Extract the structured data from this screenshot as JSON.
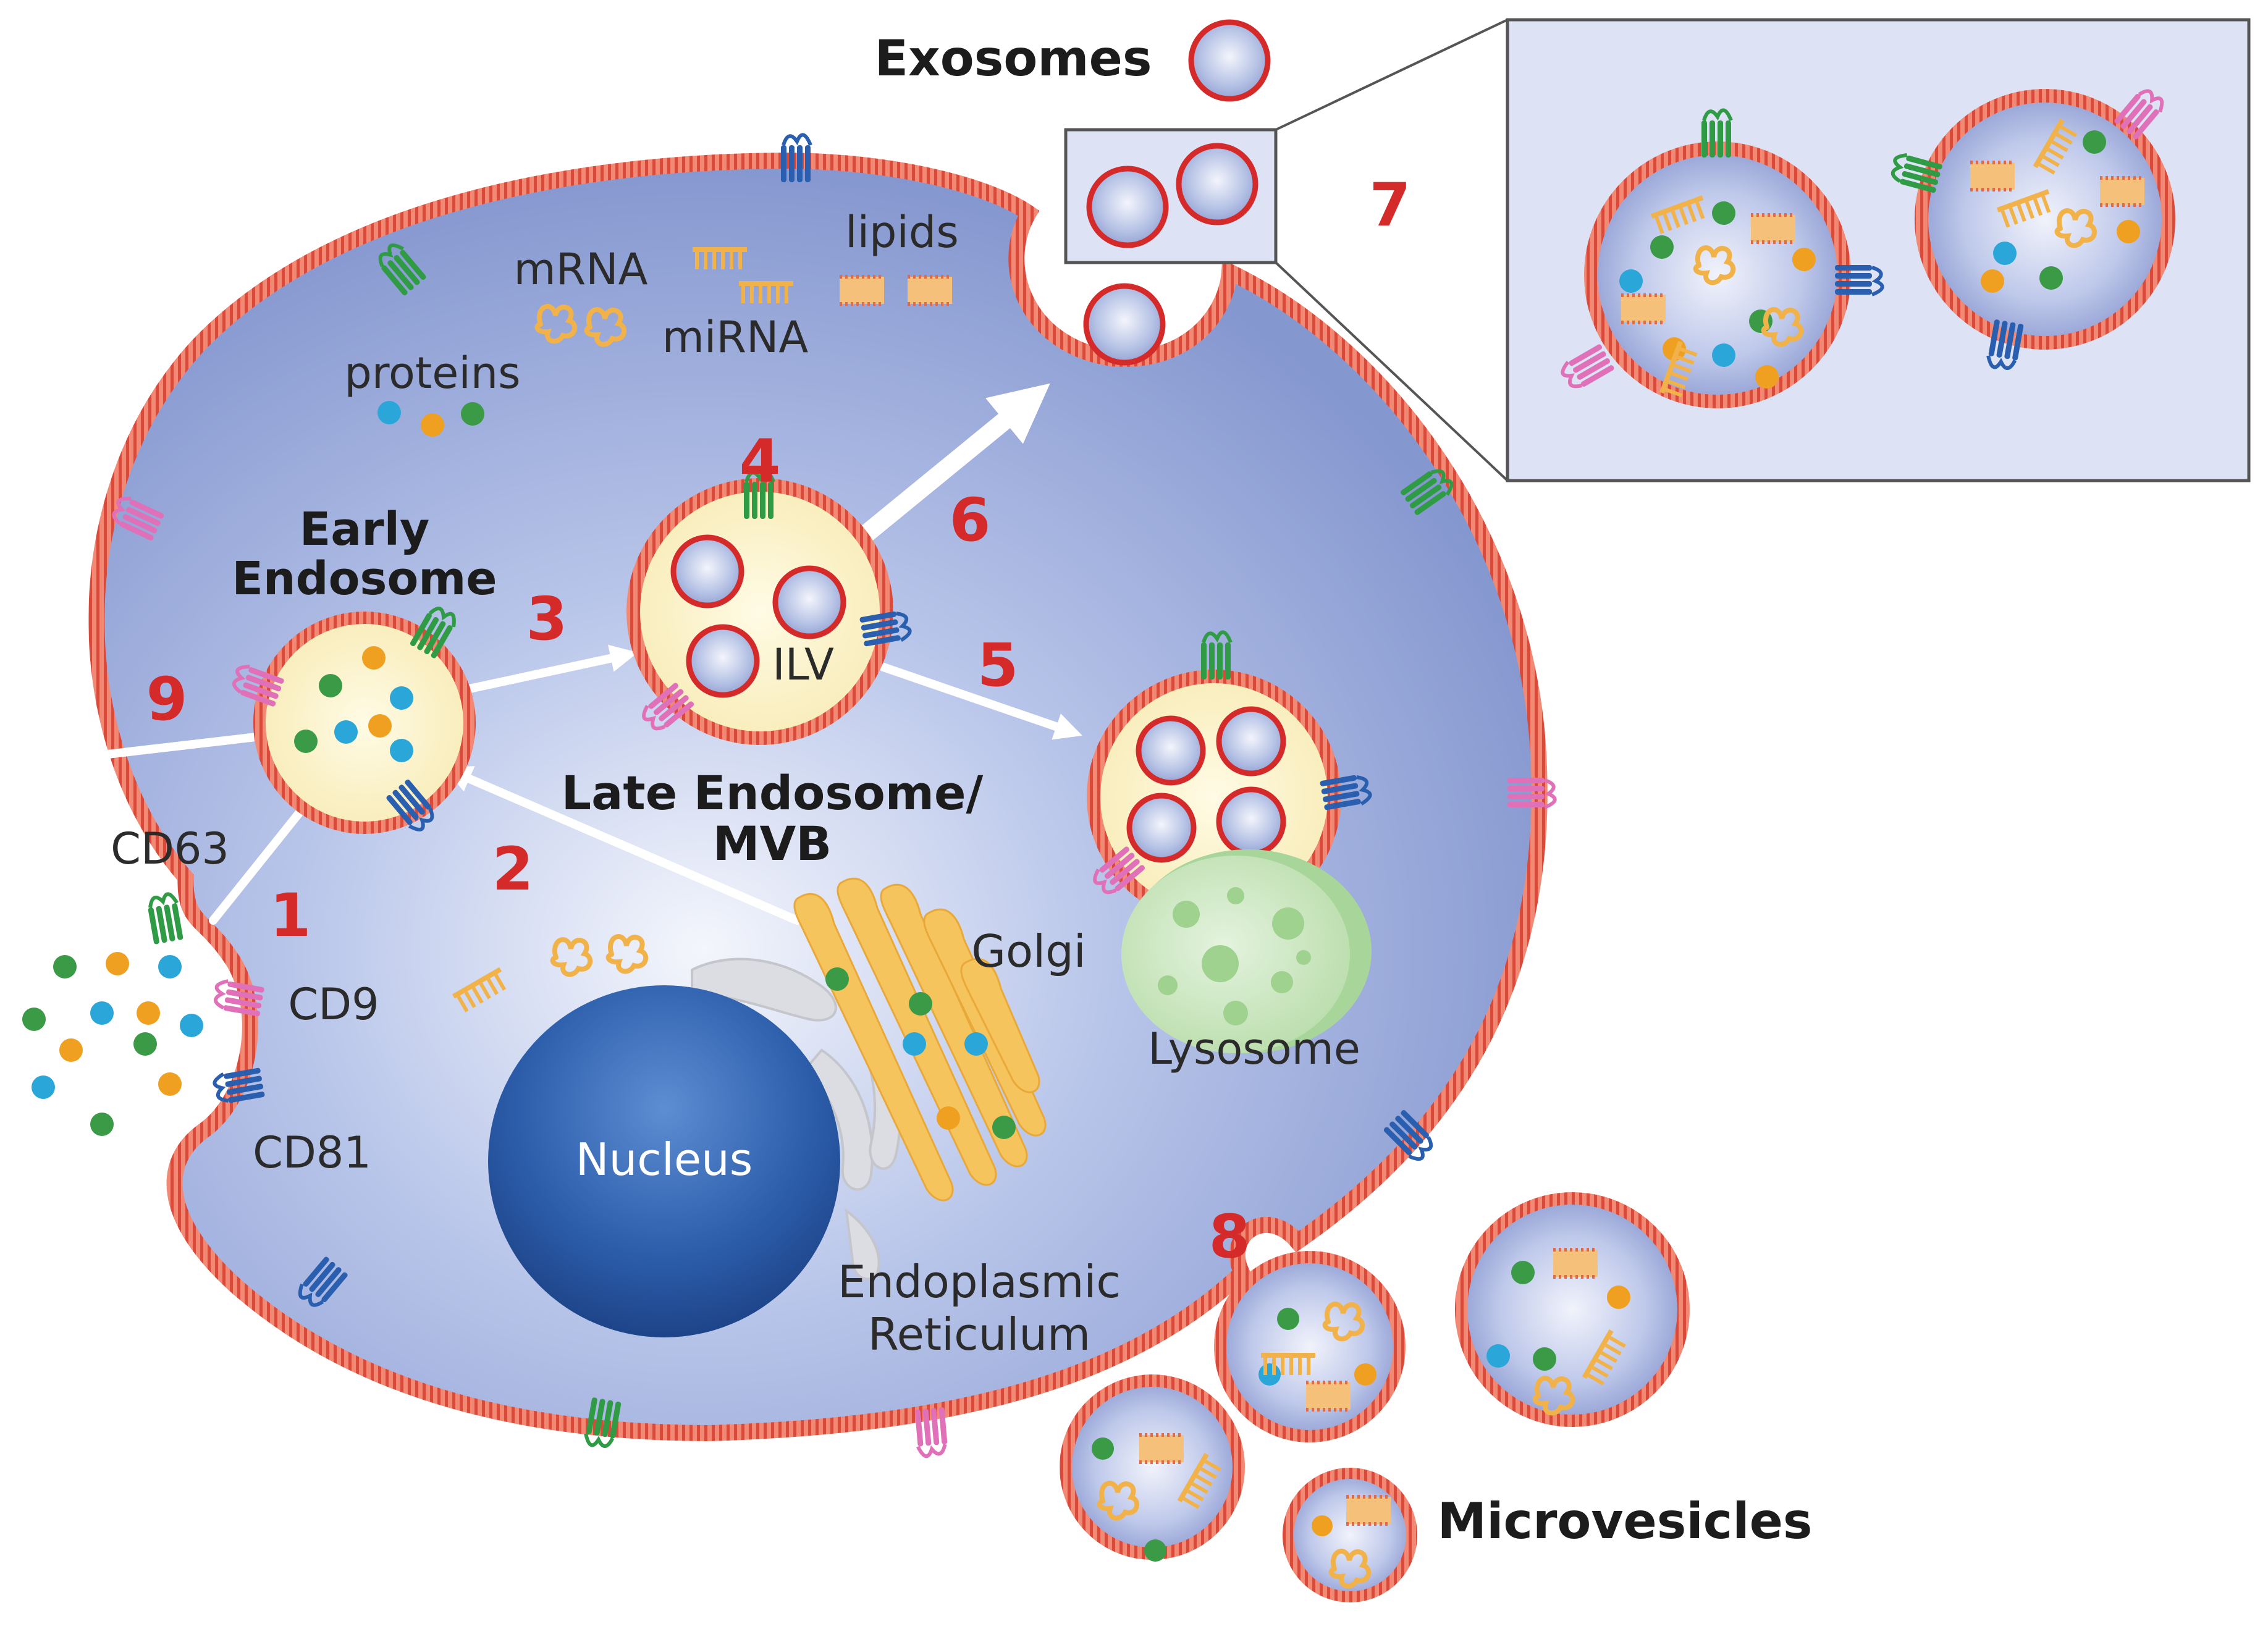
{
  "labels": {
    "exosomes": "Exosomes",
    "microvesicles": "Microvesicles",
    "early_endosome_line1": "Early",
    "early_endosome_line2": "Endosome",
    "late_endosome_line1": "Late Endosome/",
    "late_endosome_line2": "MVB",
    "ilv": "ILV",
    "lysosome": "Lysosome",
    "nucleus": "Nucleus",
    "golgi": "Golgi",
    "er_line1": "Endoplasmic",
    "er_line2": "Reticulum",
    "mrna": "mRNA",
    "mirna": "miRNA",
    "lipids": "lipids",
    "proteins": "proteins",
    "cd63": "CD63",
    "cd9": "CD9",
    "cd81": "CD81"
  },
  "steps": [
    "1",
    "2",
    "3",
    "4",
    "5",
    "6",
    "7",
    "8",
    "9"
  ],
  "colors": {
    "cell_fill": "#8fa2d6",
    "cell_center": "#f2f4fb",
    "membrane": "#e8705e",
    "vesicle_red": "#d42a2a",
    "endosome_fill": "#fbf3c9",
    "nucleus": "#2c5aa8",
    "golgi": "#f6c45c",
    "lysosome": "#c9e6c0",
    "step_number": "#d42a2a",
    "protein_green": "#3a9a45",
    "protein_blue": "#2aa7d8",
    "protein_orange": "#f0a020",
    "tetraspanin_green": "#2f9b45",
    "tetraspanin_pink": "#e070b8",
    "tetraspanin_blue": "#2a5fb0"
  }
}
